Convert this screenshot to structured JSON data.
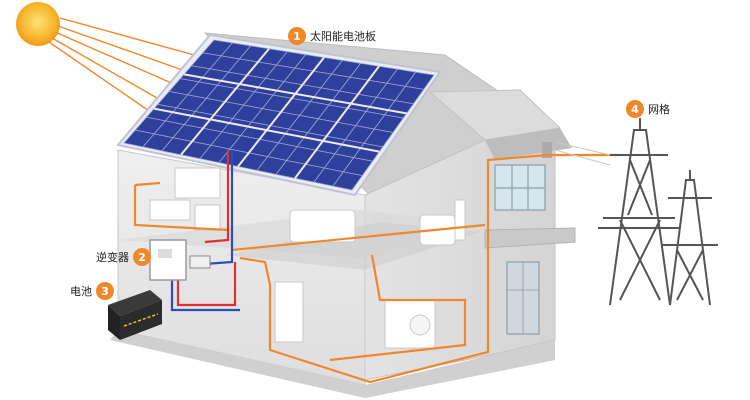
{
  "callouts": [
    {
      "number": "1",
      "label": "太阳能电池板"
    },
    {
      "number": "2",
      "label": "逆变器"
    },
    {
      "number": "3",
      "label": "电池"
    },
    {
      "number": "4",
      "label": "网格"
    }
  ],
  "colors": {
    "badge": "#f0882a",
    "wire_ac": "#f0882a",
    "wire_dc_positive": "#e03030",
    "wire_dc_negative": "#2b4fb5",
    "panel_cell": "#2f3f9c",
    "sun": "#f7b52a",
    "house_wall": "#e6e6e6",
    "roof": "#d0d0d0"
  },
  "icons": [
    "sun-icon",
    "solar-panel-icon",
    "inverter-icon",
    "battery-icon",
    "power-tower-icon"
  ]
}
